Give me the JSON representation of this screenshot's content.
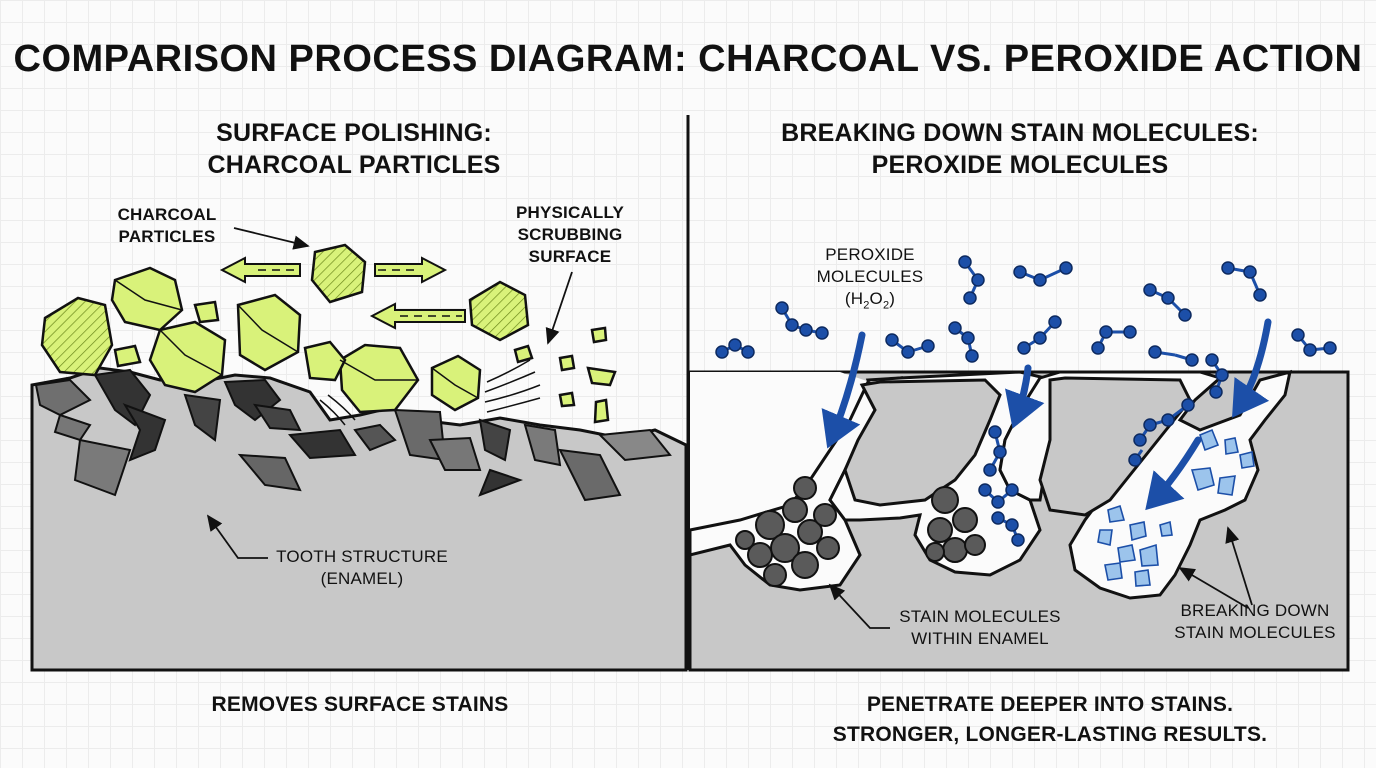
{
  "title": "COMPARISON PROCESS DIAGRAM: CHARCOAL VS. PEROXIDE ACTION",
  "left_panel": {
    "heading_line1": "SURFACE POLISHING:",
    "heading_line2": "CHARCOAL PARTICLES",
    "label_particles_line1": "CHARCOAL",
    "label_particles_line2": "PARTICLES",
    "label_scrub_line1": "PHYSICALLY",
    "label_scrub_line2": "SCRUBBING",
    "label_scrub_line3": "SURFACE",
    "label_tooth_line1": "TOOTH STRUCTURE",
    "label_tooth_line2": "(ENAMEL)",
    "caption": "REMOVES SURFACE STAINS"
  },
  "right_panel": {
    "heading_line1": "BREAKING DOWN STAIN MOLECULES:",
    "heading_line2": "PEROXIDE MOLECULES",
    "label_peroxide_line1": "PEROXIDE",
    "label_peroxide_line2": "MOLECULES",
    "label_peroxide_formula_open": "(H",
    "label_peroxide_formula_sub1": "2",
    "label_peroxide_formula_mid": "O",
    "label_peroxide_formula_sub2": "2",
    "label_peroxide_formula_close": ")",
    "label_stain_line1": "STAIN MOLECULES",
    "label_stain_line2": "WITHIN ENAMEL",
    "label_breaking_line1": "BREAKING DOWN",
    "label_breaking_line2": "STAIN MOLECULES",
    "caption_line1": "PENETRATE DEEPER INTO STAINS.",
    "caption_line2": "STRONGER, LONGER-LASTING RESULTS."
  },
  "colors": {
    "charcoal_particle": "#d9f27a",
    "enamel": "#c8c8c8",
    "stain_dark": "#555555",
    "peroxide_blue": "#1c4fa8",
    "broken_stain": "#9cc4ec"
  }
}
